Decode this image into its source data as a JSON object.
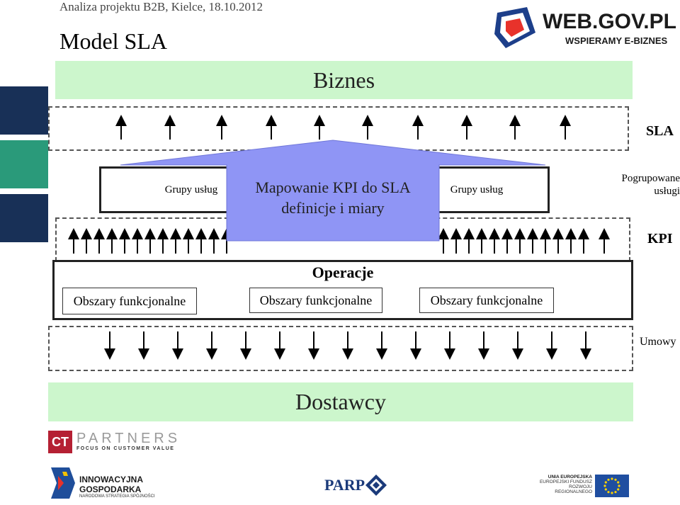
{
  "header": {
    "caption": "Analiza projektu B2B, Kielce, 18.10.2012",
    "title": "Model SLA"
  },
  "bands": {
    "top": "Biznes",
    "bottom": "Dostawcy"
  },
  "side_labels": {
    "sla": "SLA",
    "grouped_line1": "Pogrupowane",
    "grouped_line2": "usługi",
    "kpi": "KPI",
    "contracts": "Umowy"
  },
  "service_groups": {
    "left": "Grupy usług",
    "right": "Grupy usług"
  },
  "callout": {
    "line1": "Mapowanie  KPI do SLA",
    "line2": "definicje i miary"
  },
  "operations": {
    "title": "Operacje",
    "areas": [
      "Obszary funkcjonalne",
      "Obszary funkcjonalne",
      "Obszary funkcjonalne"
    ]
  },
  "logos": {
    "webgov_main": "WEB.GOV.PL",
    "webgov_tagline": "WSPIERAMY E-BIZNES",
    "ct_mark": "CT",
    "ct_name": "PARTNERS",
    "ct_tagline": "FOCUS ON CUSTOMER VALUE",
    "ig_line1": "INNOWACYJNA",
    "ig_line2": "GOSPODARKA",
    "ig_line3": "NARODOWA STRATEGIA SPÓJNOŚCI",
    "parp": "PARP",
    "eu_line1": "UNIA EUROPEJSKA",
    "eu_line2": "EUROPEJSKI FUNDUSZ",
    "eu_line3": "ROZWOJU REGIONALNEGO"
  },
  "colors": {
    "band": "#ccf6cc",
    "navy": "#183057",
    "teal": "#2a9a7a",
    "callout": "#8f95f5",
    "ct_red": "#b52033"
  }
}
